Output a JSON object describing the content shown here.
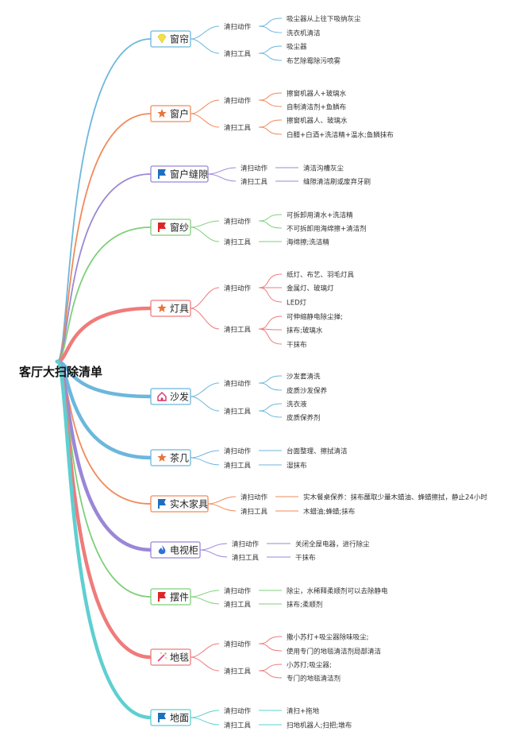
{
  "root": {
    "label": "客厅大扫除清单"
  },
  "branches": [
    {
      "label": "窗帘",
      "icon": "gem-icon",
      "color": "#6cb7dc",
      "groups": [
        {
          "label": "清扫动作",
          "items": [
            "吸尘器从上往下吸纳灰尘",
            "洗衣机清洁"
          ]
        },
        {
          "label": "清扫工具",
          "items": [
            "吸尘器",
            "布艺除霉除污喷雾"
          ]
        }
      ]
    },
    {
      "label": "窗户",
      "icon": "star-icon",
      "color": "#f08a5a",
      "groups": [
        {
          "label": "清扫动作",
          "items": [
            "擦窗机器人+玻璃水",
            "自制清洁剂+鱼鳞布"
          ]
        },
        {
          "label": "清扫工具",
          "items": [
            "擦窗机器人、玻璃水",
            "白醋+白酒+洗洁精+温水;鱼鳞抹布"
          ]
        }
      ]
    },
    {
      "label": "窗户缝隙",
      "icon": "flag-icon",
      "color": "#9b87d6",
      "groups": [
        {
          "label": "清扫动作",
          "items": [
            "清洁沟槽灰尘"
          ]
        },
        {
          "label": "清扫工具",
          "items": [
            "缝隙清洁刷或废弃牙刷"
          ]
        }
      ]
    },
    {
      "label": "窗纱",
      "icon": "flag-icon",
      "color": "#7fcf7a",
      "groups": [
        {
          "label": "清扫动作",
          "items": [
            "可拆卸用清水+洗洁精",
            "不可拆卸用海绵擦+清洁剂"
          ]
        },
        {
          "label": "清扫工具",
          "items": [
            "海绵擦;洗洁精"
          ]
        }
      ]
    },
    {
      "label": "灯具",
      "icon": "star-icon",
      "color": "#ef7b7b",
      "groups": [
        {
          "label": "清扫动作",
          "items": [
            "纸灯、布艺、羽毛灯具",
            "金属灯、玻璃灯",
            "LED灯"
          ]
        },
        {
          "label": "清扫工具",
          "items": [
            "可伸缩静电除尘掸;",
            "抹布;玻璃水",
            "干抹布"
          ]
        }
      ]
    },
    {
      "label": "沙发",
      "icon": "home-icon",
      "color": "#6cb7dc",
      "groups": [
        {
          "label": "清扫动作",
          "items": [
            "沙发套清洗",
            "皮质沙发保养"
          ]
        },
        {
          "label": "清扫工具",
          "items": [
            "洗衣液",
            "皮质保养剂"
          ]
        }
      ]
    },
    {
      "label": "茶几",
      "icon": "star-icon",
      "color": "#6cb7dc",
      "groups": [
        {
          "label": "清扫动作",
          "items": [
            "台面整理、擦拭清洁"
          ]
        },
        {
          "label": "清扫工具",
          "items": [
            "湿抹布"
          ]
        }
      ]
    },
    {
      "label": "实木家具",
      "icon": "flag-icon",
      "color": "#f08a5a",
      "groups": [
        {
          "label": "清扫动作",
          "items": [
            "实木餐桌保养：抹布蘸取少量木蜡油、蜂蜡擦拭，静止24小时"
          ]
        },
        {
          "label": "清扫工具",
          "items": [
            "木蜡油;蜂蜡;抹布"
          ]
        }
      ]
    },
    {
      "label": "电视柜",
      "icon": "fire-icon",
      "color": "#9b87d6",
      "groups": [
        {
          "label": "清扫动作",
          "items": [
            "关闭全屋电器，进行除尘"
          ]
        },
        {
          "label": "清扫工具",
          "items": [
            "干抹布"
          ]
        }
      ]
    },
    {
      "label": "摆件",
      "icon": "flag-icon",
      "color": "#7fcf7a",
      "groups": [
        {
          "label": "清扫动作",
          "items": [
            "除尘，水稀释柔顺剂可以去除静电"
          ]
        },
        {
          "label": "清扫工具",
          "items": [
            "抹布;柔顺剂"
          ]
        }
      ]
    },
    {
      "label": "地毯",
      "icon": "wand-icon",
      "color": "#ef7b7b",
      "groups": [
        {
          "label": "清扫动作",
          "items": [
            "撒小苏打+吸尘器除味吸尘;",
            "使用专门的地毯清洁剂局部清洁"
          ]
        },
        {
          "label": "清扫工具",
          "items": [
            "小苏打;吸尘器;",
            "专门的地毯清洁剂"
          ]
        }
      ]
    },
    {
      "label": "地面",
      "icon": "flag-icon",
      "color": "#5fcfd0",
      "groups": [
        {
          "label": "清扫动作",
          "items": [
            "清扫+拖地"
          ]
        },
        {
          "label": "清扫工具",
          "items": [
            "扫地机器人;扫把;墩布"
          ]
        }
      ]
    }
  ],
  "colors": {
    "star": "#e8743b",
    "flag_blue": "#1f6fbf",
    "flag_red": "#e02424",
    "gem": "#f2e14a",
    "home": "#d6336c",
    "fire": "#2f6fd8",
    "wand": "#e0457b"
  }
}
